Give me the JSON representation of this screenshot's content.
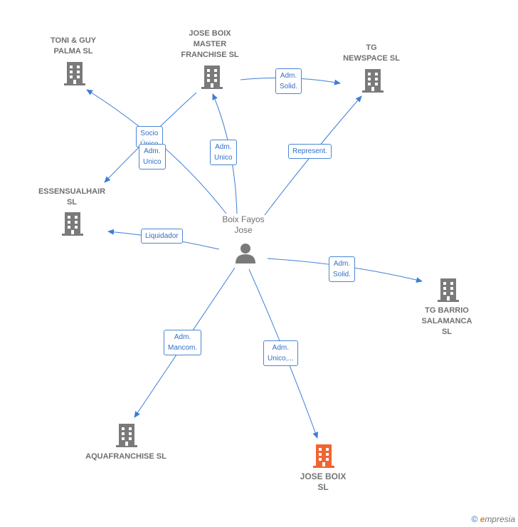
{
  "colors": {
    "edge": "#3d7ed6",
    "building": "#7a7a7a",
    "building_main": "#f26431",
    "person": "#7a7a7a"
  },
  "person": {
    "name": "Boix Fayos\nJose",
    "icon": "person-icon"
  },
  "nodes": {
    "toni_guy": "TONI & GUY\nPALMA  SL",
    "jose_boix_master": "JOSE BOIX\nMASTER\nFRANCHISE SL",
    "tg_newspace": "TG\nNEWSPACE  SL",
    "essensualhair": "ESSENSUALHAIR\nSL",
    "tg_barrio": "TG BARRIO\nSALAMANCA\nSL",
    "aquafranchise": "AQUAFRANCHISE SL",
    "jose_boix": "JOSE BOIX\nSL"
  },
  "edges": {
    "socio_unico": "Socio\nÚnico",
    "adm_unico_left": "Adm.\nUnico",
    "adm_unico_master": "Adm.\nUnico",
    "adm_solid_top": "Adm.\nSolid.",
    "represent": "Represent.",
    "liquidador": "Liquidador",
    "adm_solid_right": "Adm.\nSolid.",
    "adm_mancom": "Adm.\nMancom.",
    "adm_unico_bottom": "Adm.\nUnico,..."
  },
  "footer": {
    "copyright": "©",
    "brand_initial": "e",
    "brand_rest": "mpresia"
  }
}
